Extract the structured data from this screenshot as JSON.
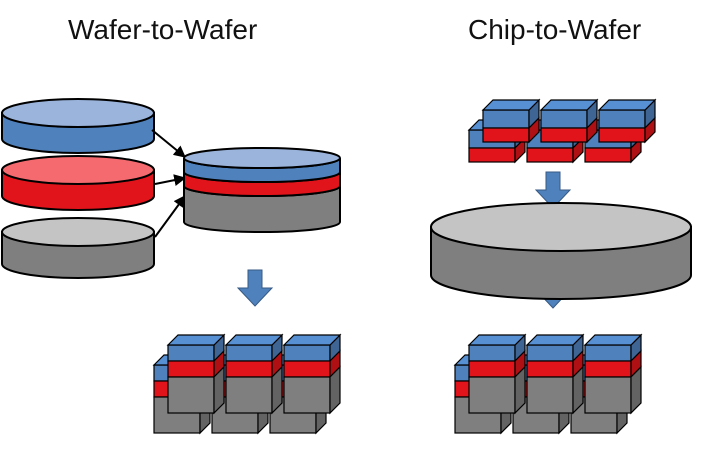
{
  "titles": {
    "left": "Wafer-to-Wafer",
    "right": "Chip-to-Wafer"
  },
  "colors": {
    "top_layer": "#4f81bd",
    "top_layer_face": "#9ab4dc",
    "middle_layer": "#e0141a",
    "middle_layer_face": "#f46a6f",
    "bottom_layer": "#7f7f7f",
    "bottom_layer_face": "#c4c4c4",
    "outline": "#000000",
    "arrow": "#4f81bd"
  },
  "left_panel": {
    "input_wafers": [
      "top",
      "middle",
      "bottom"
    ],
    "stacked_wafer_layers": [
      "top",
      "middle",
      "bottom"
    ],
    "output_dies": {
      "rows": 2,
      "cols": 3,
      "layers": [
        "top",
        "middle",
        "bottom"
      ]
    }
  },
  "right_panel": {
    "input_chips": {
      "rows": 2,
      "cols": 3,
      "layers": [
        "top",
        "middle"
      ]
    },
    "base_wafer_layer": "bottom",
    "output_dies": {
      "rows": 2,
      "cols": 3,
      "layers": [
        "top",
        "middle",
        "bottom"
      ]
    }
  }
}
